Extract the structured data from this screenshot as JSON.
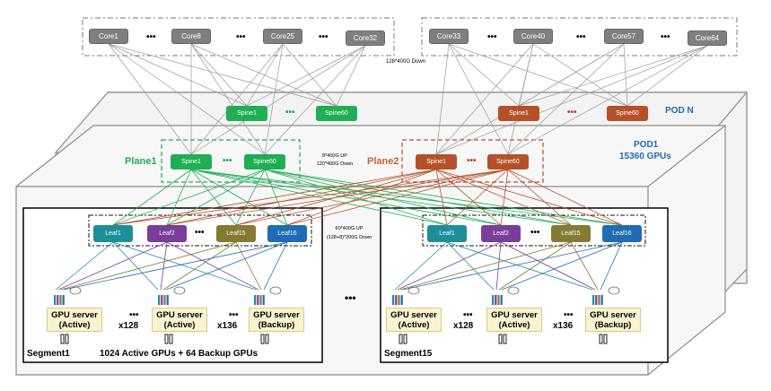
{
  "cores": {
    "left": [
      "Core1",
      "Core8",
      "Core25",
      "Core32"
    ],
    "right": [
      "Core33",
      "Core40",
      "Core57",
      "Core64"
    ],
    "ellipsis": "•••"
  },
  "core_link_label": "128*400G Down",
  "pod_n": {
    "label": "POD N",
    "spine_first": "Spine1",
    "spine_last": "Spine60"
  },
  "pod1": {
    "label": "POD1",
    "gpus": "15360 GPUs",
    "plane1_label": "Plane1",
    "plane2_label": "Plane2",
    "spine_first": "Spine1",
    "spine_last": "Spine60",
    "spine_link_up": "8*400G UP",
    "spine_link_down": "120*400G Down",
    "leaf_link_up": "60*400G UP",
    "leaf_link_down": "(128+8)*200G Down"
  },
  "segments": [
    {
      "name": "Segment1",
      "caption": "1024 Active GPUs + 64 Backup GPUs",
      "leaves": [
        "Leaf1",
        "Leaf2",
        "Leaf15",
        "Leaf16"
      ],
      "servers": [
        {
          "line1": "GPU server",
          "line2": "(Active)"
        },
        {
          "line1": "GPU server",
          "line2": "(Active)"
        },
        {
          "line1": "GPU server",
          "line2": "(Backup)"
        }
      ],
      "mult1": "x128",
      "mult2": "x136"
    },
    {
      "name": "Segment15",
      "caption": "",
      "leaves": [
        "Leaf1",
        "Leaf2",
        "Leaf15",
        "Leaf16"
      ],
      "servers": [
        {
          "line1": "GPU server",
          "line2": "(Active)"
        },
        {
          "line1": "GPU server",
          "line2": "(Active)"
        },
        {
          "line1": "GPU server",
          "line2": "(Backup)"
        }
      ],
      "mult1": "x128",
      "mult2": "x136"
    }
  ],
  "colors": {
    "spine_green": "#1fae54",
    "spine_red": "#b5512a",
    "leaf_teal": "#1c8f9a",
    "leaf_purple": "#7a3e9a",
    "leaf_olive": "#857a33",
    "leaf_blue": "#1f6cb5",
    "core_gray": "#7f7f7f"
  }
}
